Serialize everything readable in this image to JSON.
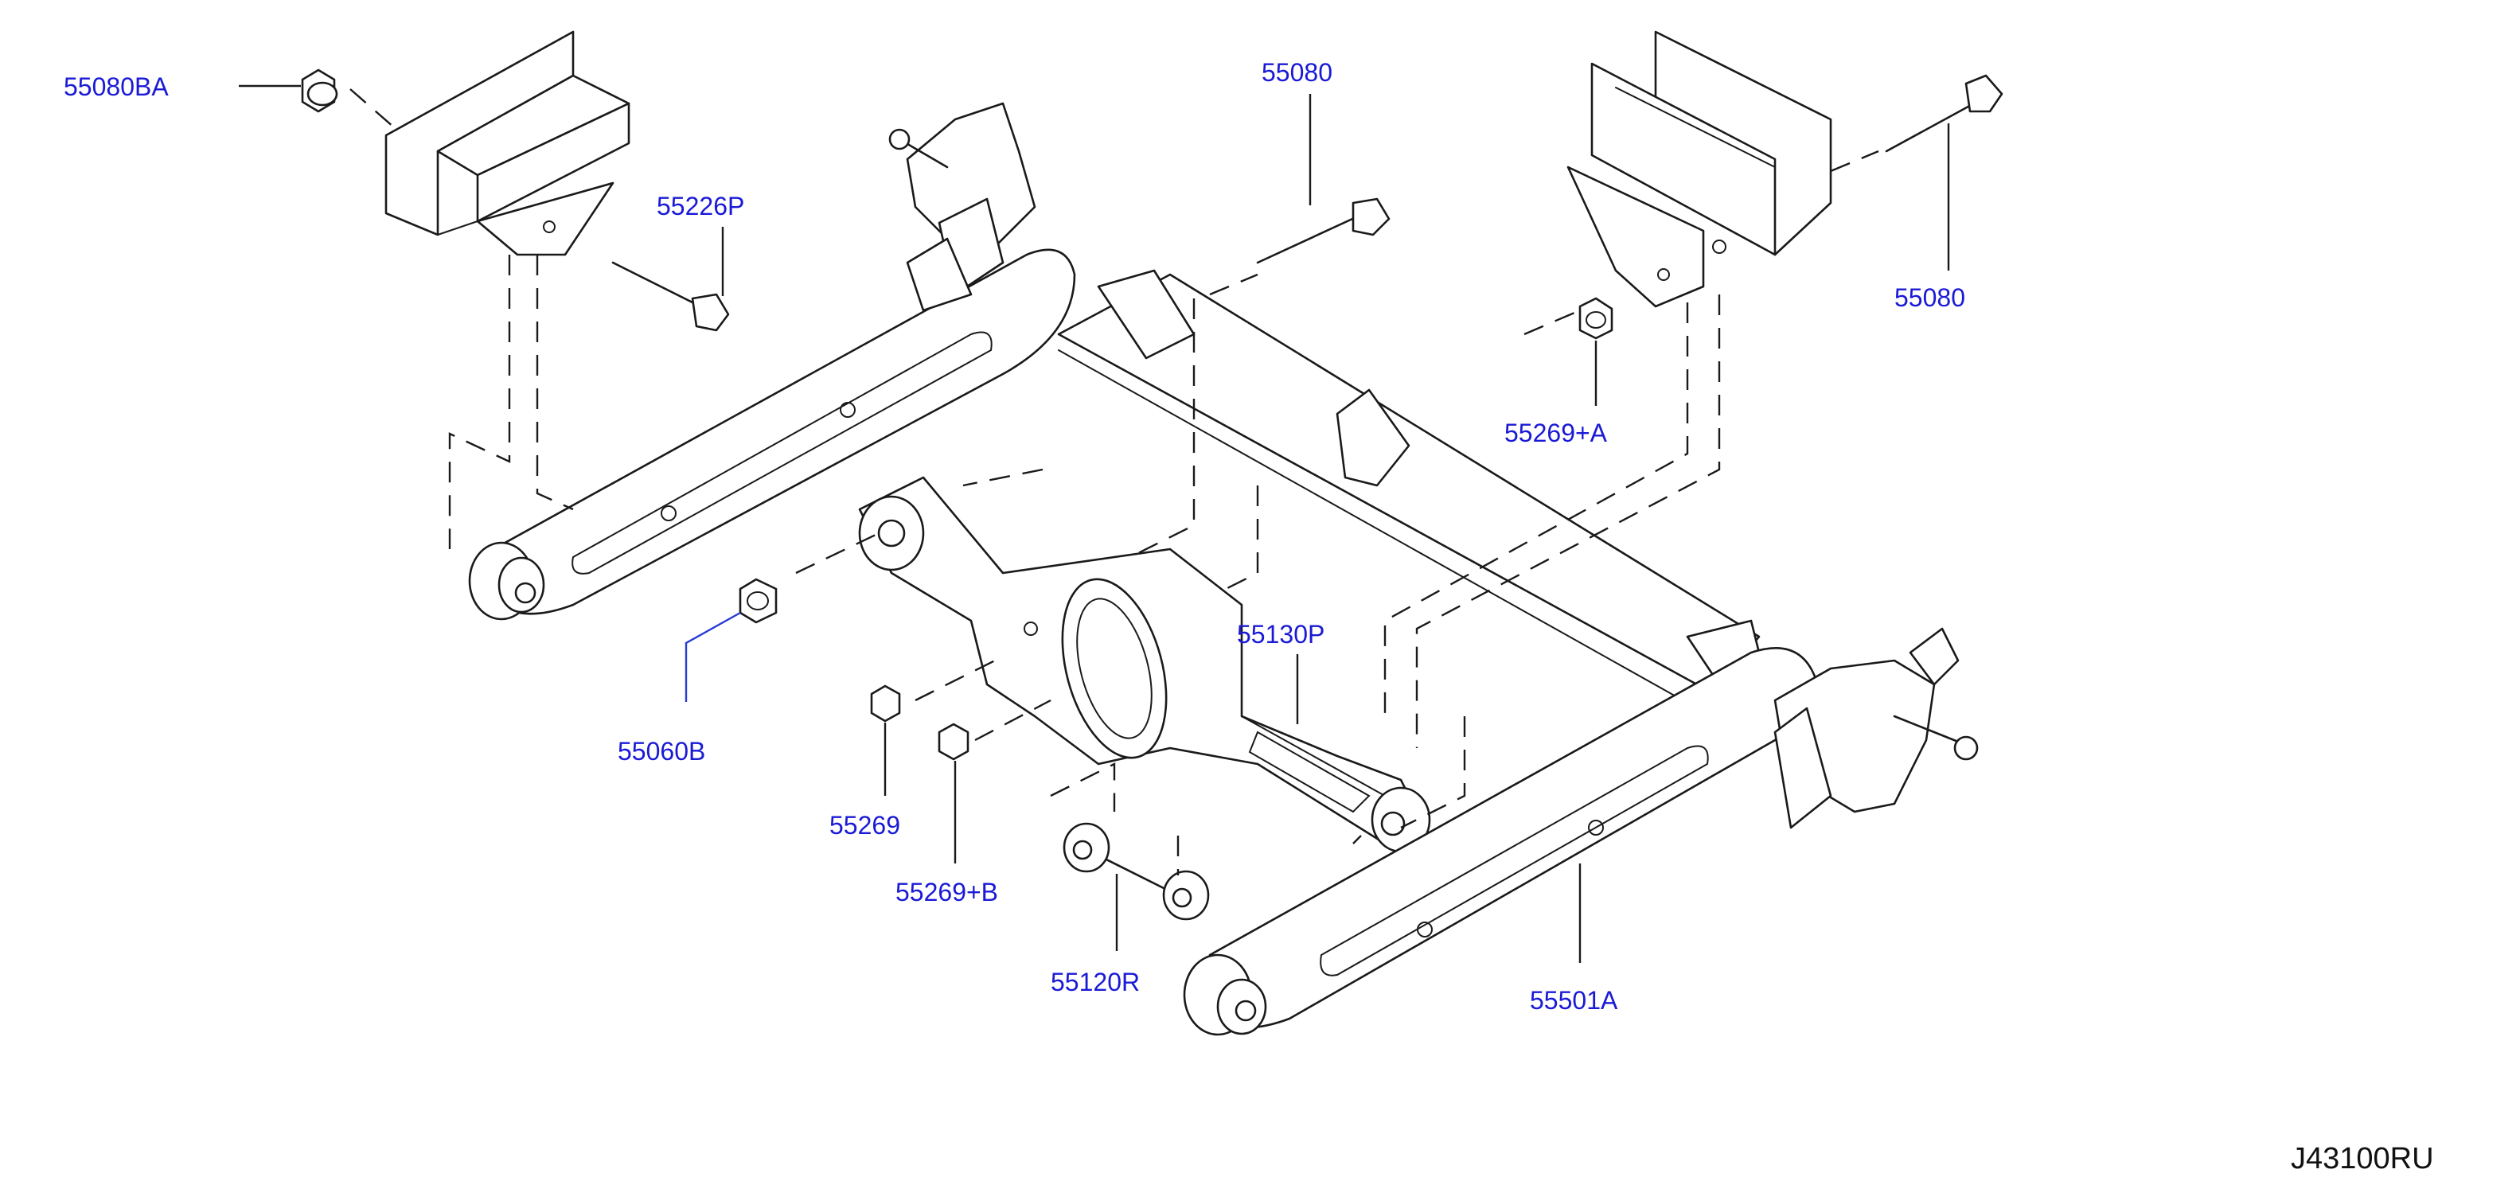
{
  "diagram_code": "J43100RU",
  "colors": {
    "label": "#1a1ad6",
    "line": "#1a1a1a",
    "background": "#ffffff"
  },
  "callouts": [
    {
      "id": "nut-top-left",
      "text": "55080BA"
    },
    {
      "id": "bolt-left-bracket",
      "text": "55226P"
    },
    {
      "id": "bolt-center",
      "text": "55080"
    },
    {
      "id": "bolt-right",
      "text": "55080"
    },
    {
      "id": "nut-right-bracket",
      "text": "55269+A"
    },
    {
      "id": "nut-left-arm",
      "text": "55060B"
    },
    {
      "id": "member-center",
      "text": "55130P"
    },
    {
      "id": "nut-lower-1",
      "text": "55269"
    },
    {
      "id": "nut-lower-2",
      "text": "55269+B"
    },
    {
      "id": "rod-lateral",
      "text": "55120R"
    },
    {
      "id": "arm-right",
      "text": "55501A"
    }
  ]
}
